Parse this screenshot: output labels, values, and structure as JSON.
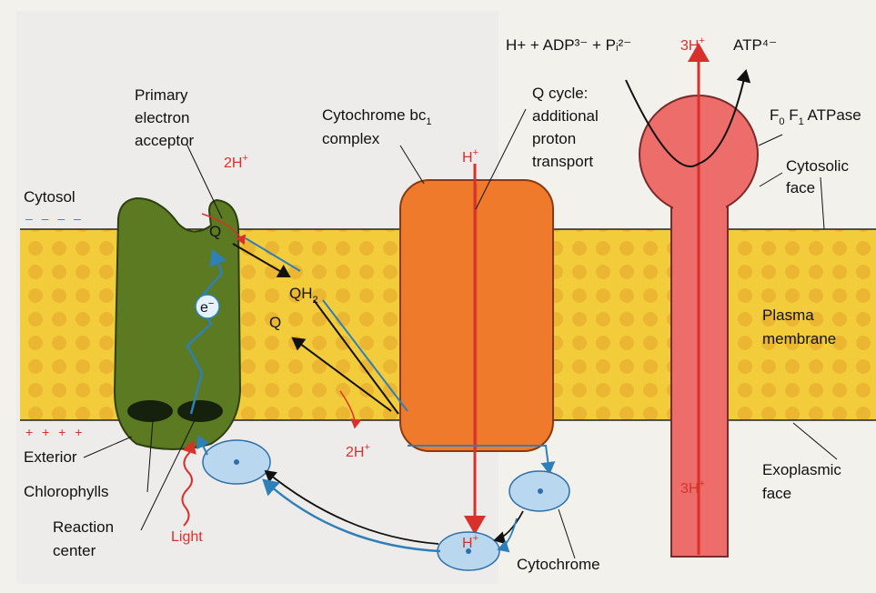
{
  "labels": {
    "cytosol": "Cytosol",
    "exterior": "Exterior",
    "chlorophylls": "Chlorophylls",
    "reaction_center_1": "Reaction",
    "reaction_center_2": "center",
    "light": "Light",
    "primary_acceptor_1": "Primary",
    "primary_acceptor_2": "electron",
    "primary_acceptor_3": "acceptor",
    "cyt_bc1_1": "Cytochrome bc",
    "cyt_bc1_sub": "1",
    "cyt_bc1_2": "complex",
    "q_cycle_1": "Q cycle:",
    "q_cycle_2": "additional",
    "q_cycle_3": "proton",
    "q_cycle_4": "transport",
    "atpase": "F",
    "atpase_sub0": "0",
    "atpase_f1": " F",
    "atpase_sub1": "1",
    "atpase_rest": " ATPase",
    "cytosolic_face_1": "Cytosolic",
    "cytosolic_face_2": "face",
    "plasma_membrane_1": "Plasma",
    "plasma_membrane_2": "membrane",
    "exoplasmic_face_1": "Exoplasmic",
    "exoplasmic_face_2": "face",
    "cytochrome": "Cytochrome",
    "q_top": "Q",
    "qh2": "QH",
    "qh2_sub": "2",
    "q_mid": "Q",
    "electron": "e",
    "electron_sup": "−",
    "h_plus_top": "H",
    "h_plus_bottom": "H",
    "two_h_top": "2H",
    "two_h_bottom": "2H",
    "three_h_top": "3H",
    "three_h_bottom": "3H",
    "plus_sign": "+",
    "reaction_eq": "H+ + ADP³⁻ + Pᵢ²⁻",
    "atp": "ATP⁴⁻",
    "cytosol_charges": "– – – –",
    "exterior_charges": "+ + + +"
  },
  "colors": {
    "membrane": "#f2cc3a",
    "membrane_dot": "#e3a72a",
    "reaction_center": "#5b7a22",
    "bc1_complex": "#f07a2c",
    "atpase": "#ec6d6a",
    "cytochrome": "#b9d8ef",
    "proton_arrow": "#d8302b",
    "electron_path": "#2f7fb8"
  }
}
